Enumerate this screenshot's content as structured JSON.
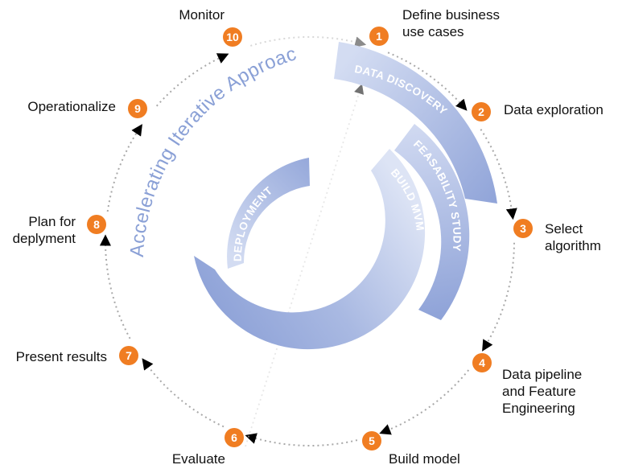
{
  "title": "Accelerating Iterative Approach",
  "colors": {
    "badge": "#f07d22",
    "arc_dark": "#8fa3d8",
    "arc_light": "#d3dcf2",
    "dots": "#a9a9a9",
    "title": "#8aa0d6"
  },
  "steps": [
    {
      "num": "1",
      "lines": [
        "Define business",
        "use cases"
      ]
    },
    {
      "num": "2",
      "lines": [
        "Data exploration"
      ]
    },
    {
      "num": "3",
      "lines": [
        "Select",
        "algorithm"
      ]
    },
    {
      "num": "4",
      "lines": [
        "Data pipeline",
        "and Feature",
        "Engineering"
      ]
    },
    {
      "num": "5",
      "lines": [
        "Build model"
      ]
    },
    {
      "num": "6",
      "lines": [
        "Evaluate"
      ]
    },
    {
      "num": "7",
      "lines": [
        "Present results"
      ]
    },
    {
      "num": "8",
      "lines": [
        "Plan for",
        "deplyment"
      ]
    },
    {
      "num": "9",
      "lines": [
        "Operationalize"
      ]
    },
    {
      "num": "10",
      "lines": [
        "Monitor"
      ]
    }
  ],
  "phases": [
    {
      "label": "DATA DISCOVERY"
    },
    {
      "label": "FEASABILITY STUDY"
    },
    {
      "label": "BUILD MVM"
    },
    {
      "label": "DEPLOYMENT"
    }
  ]
}
